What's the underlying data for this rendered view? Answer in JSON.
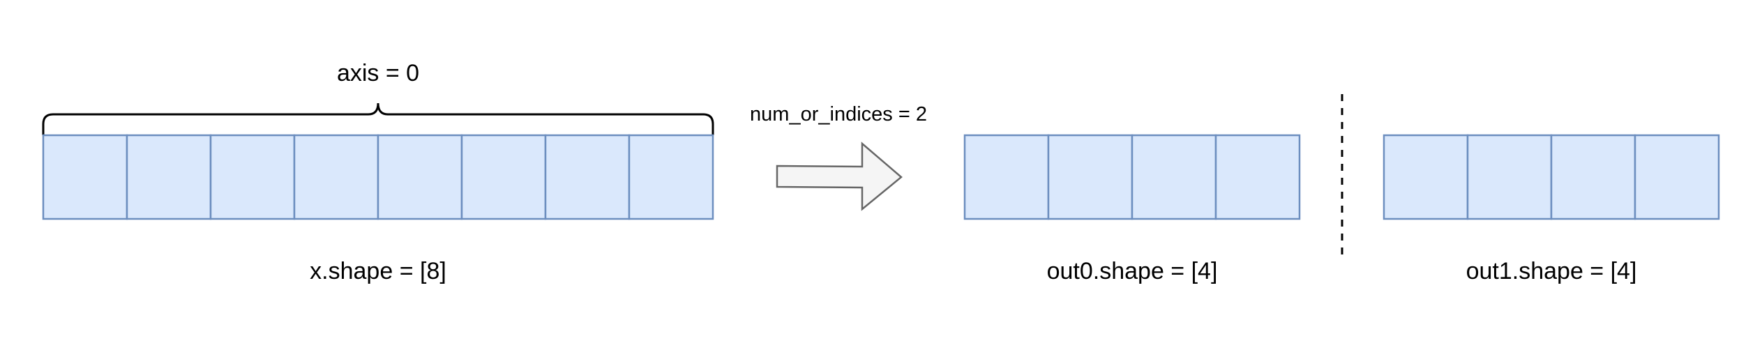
{
  "axis_label": "axis = 0",
  "operation_label": "num_or_indices = 2",
  "input": {
    "cells": 8,
    "shape_label": "x.shape = [8]"
  },
  "outputs": [
    {
      "cells": 4,
      "shape_label": "out0.shape = [4]"
    },
    {
      "cells": 4,
      "shape_label": "out1.shape = [4]"
    }
  ],
  "colors": {
    "cell_fill": "#dae8fc",
    "cell_stroke": "#6c8ebf",
    "arrow_fill": "#f5f5f5",
    "arrow_stroke": "#666666"
  }
}
